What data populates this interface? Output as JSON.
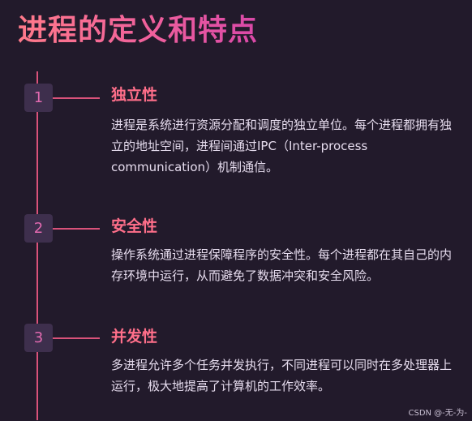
{
  "title": "进程的定义和特点",
  "items": [
    {
      "number": "1",
      "title": "独立性",
      "description": "进程是系统进行资源分配和调度的独立单位。每个进程都拥有独立的地址空间，进程间通过IPC（Inter-process communication）机制通信。"
    },
    {
      "number": "2",
      "title": "安全性",
      "description": "操作系统通过进程保障程序的安全性。每个进程都在其自己的内存环境中运行，从而避免了数据冲突和安全风险。"
    },
    {
      "number": "3",
      "title": "并发性",
      "description": "多进程允许多个任务并发执行，不同进程可以同时在多处理器上运行，极大地提高了计算机的工作效率。"
    }
  ],
  "watermark": "CSDN @-无-为-",
  "colors": {
    "background": "#221a2b",
    "accent": "#ff6f8a",
    "line": "#d9527a",
    "box": "#3e2f4d",
    "number": "#e26ab0",
    "text": "#e6dcee"
  }
}
